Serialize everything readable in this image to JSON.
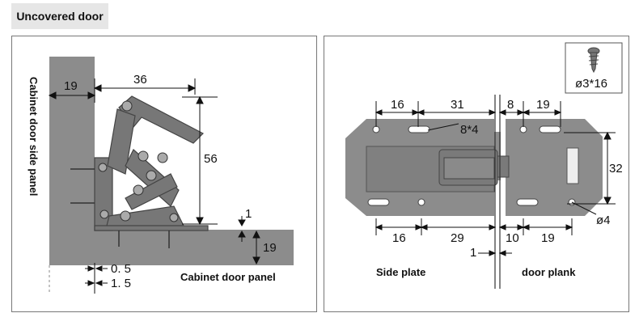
{
  "title": "Uncovered door",
  "left_panel": {
    "side_panel_label": "Cabinet door side panel",
    "door_panel_label": "Cabinet door panel",
    "dims": {
      "panel_width": "19",
      "hinge_width": "36",
      "hinge_height": "56",
      "gap": "1",
      "door_thickness": "19",
      "offset_a": "0. 5",
      "offset_b": "1. 5"
    }
  },
  "right_panel": {
    "screw_label": "ø3*16",
    "slot_label": "8*4",
    "hole_label": "ø4",
    "side_plate_label": "Side plate",
    "door_plank_label": "door plank",
    "gap_label": "1",
    "top_dims": [
      "16",
      "31",
      "8",
      "19"
    ],
    "bottom_dims": [
      "16",
      "29",
      "10",
      "19"
    ],
    "height_dim": "32"
  }
}
